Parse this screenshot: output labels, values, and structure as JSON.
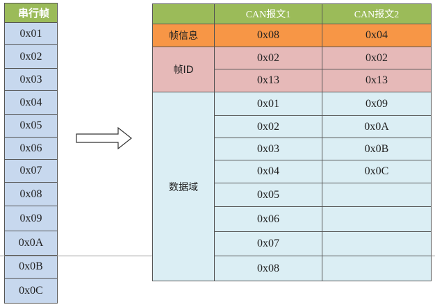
{
  "serial_frame": {
    "title": "串行帧",
    "bytes": [
      "0x01",
      "0x02",
      "0x03",
      "0x04",
      "0x05",
      "0x06",
      "0x07",
      "0x08",
      "0x09",
      "0x0A",
      "0x0B",
      "0x0C"
    ]
  },
  "arrow": {
    "icon": "right-arrow-icon"
  },
  "can_table": {
    "headers": [
      "",
      "CAN报文1",
      "CAN报文2"
    ],
    "frame_info_label": "帧信息",
    "frame_info": [
      "0x08",
      "0x04"
    ],
    "frame_id_label": "帧ID",
    "frame_id_rows": [
      [
        "0x02",
        "0x02"
      ],
      [
        "0x13",
        "0x13"
      ]
    ],
    "data_label": "数据域",
    "data_rows": [
      [
        "0x01",
        "0x09"
      ],
      [
        "0x02",
        "0x0A"
      ],
      [
        "0x03",
        "0x0B"
      ],
      [
        "0x04",
        "0x0C"
      ],
      [
        "0x05",
        ""
      ],
      [
        "0x06",
        ""
      ],
      [
        "0x07",
        ""
      ],
      [
        "0x08",
        ""
      ]
    ]
  },
  "colors": {
    "header_green": "#9bbb59",
    "frame_info_orange": "#f79646",
    "frame_id_pink": "#e6b9b8",
    "data_light_blue": "#dbeef4",
    "serial_blue": "#c7d8ee"
  }
}
